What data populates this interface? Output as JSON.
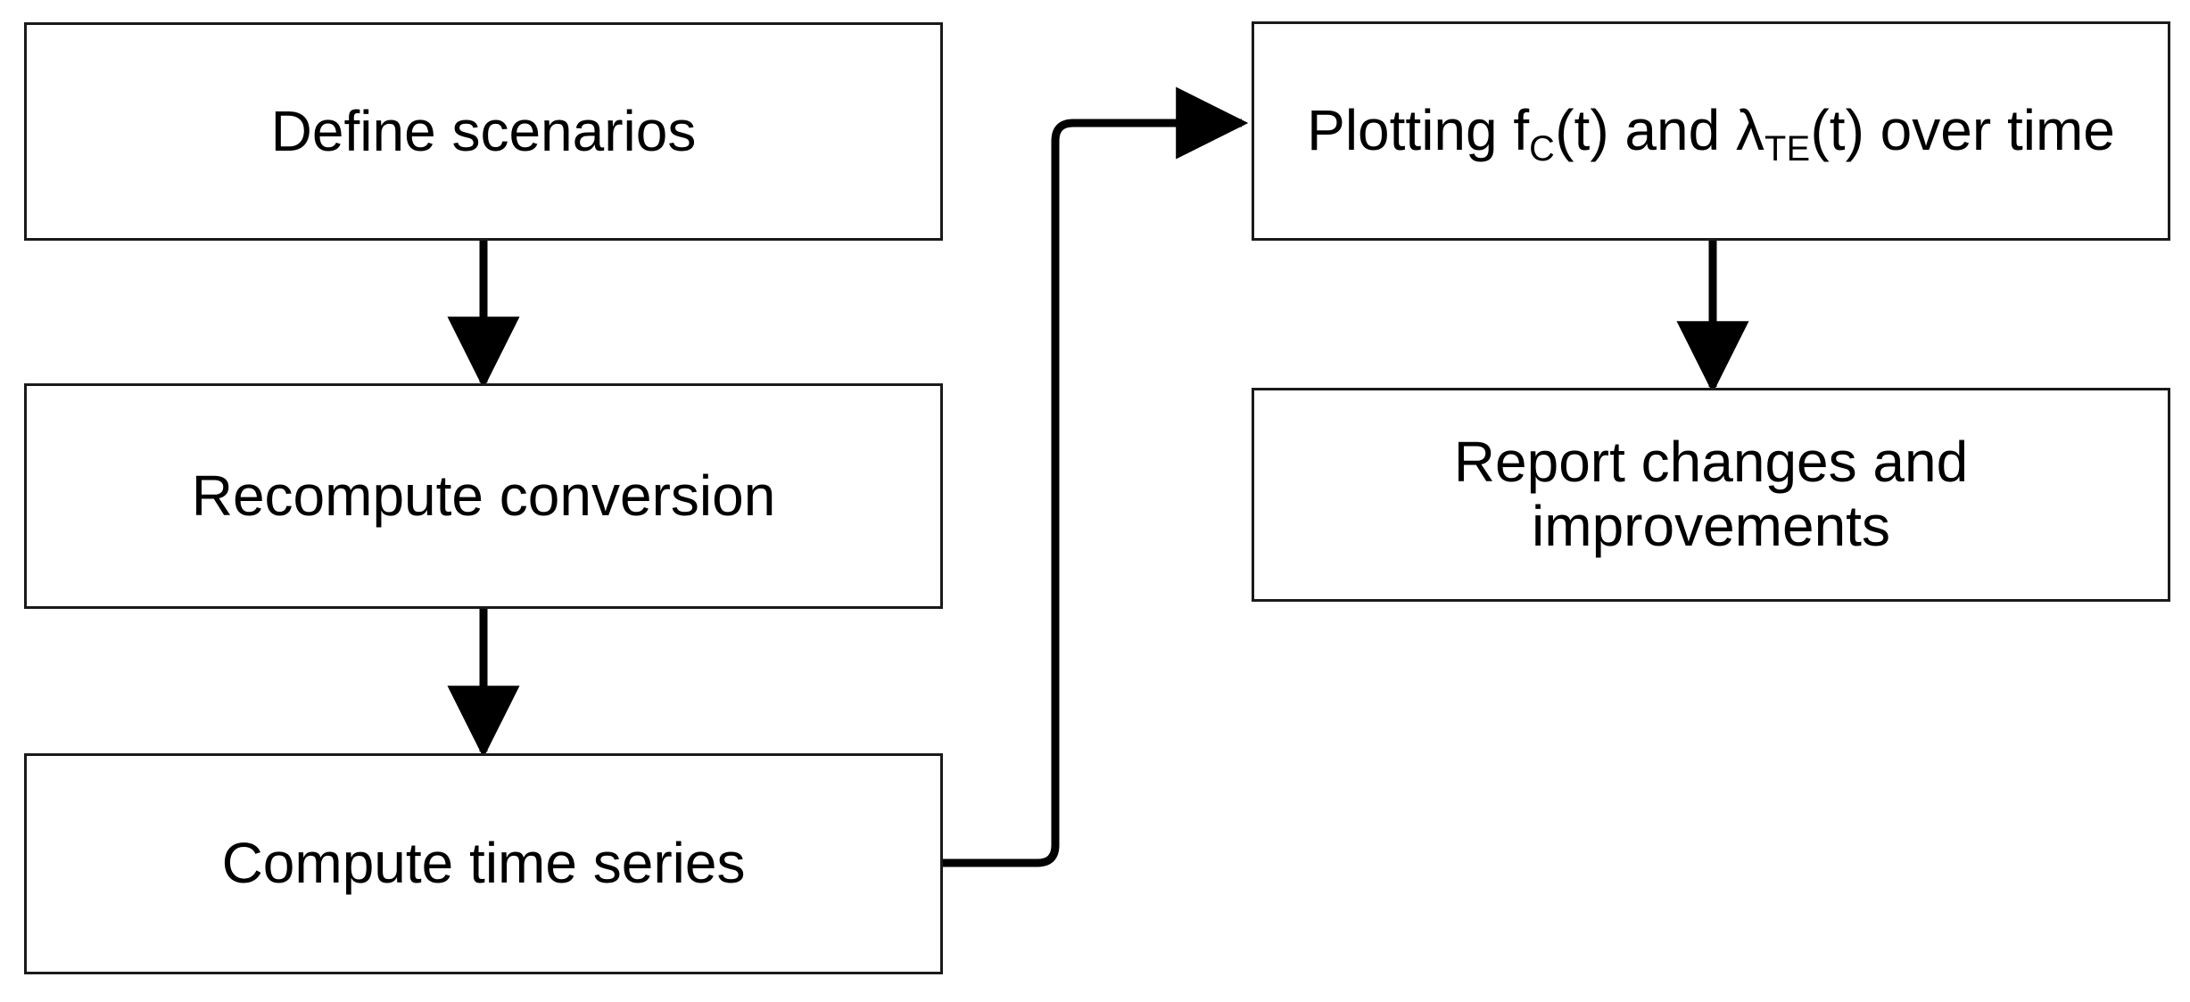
{
  "diagram": {
    "type": "flowchart",
    "background_color": "#ffffff",
    "stroke_color": "#1a1a1a",
    "text_color": "#000000",
    "nodes": [
      {
        "id": "define",
        "label": "Define scenarios"
      },
      {
        "id": "recompute",
        "label": "Recompute conversion"
      },
      {
        "id": "compute",
        "label": "Compute time series"
      },
      {
        "id": "plot",
        "label_prefix": "Plotting f",
        "label_sub1": "C",
        "label_mid": "(t) and λ",
        "label_sub2": "TE",
        "label_suffix": "(t) over time"
      },
      {
        "id": "report",
        "label": "Report changes and improvements"
      }
    ],
    "edges": [
      {
        "from": "define",
        "to": "recompute",
        "style": "straight-vertical-arrow"
      },
      {
        "from": "recompute",
        "to": "compute",
        "style": "straight-vertical-arrow"
      },
      {
        "from": "compute",
        "to": "plot",
        "style": "elbow-right-up-arrow"
      },
      {
        "from": "plot",
        "to": "report",
        "style": "straight-vertical-arrow"
      }
    ]
  }
}
